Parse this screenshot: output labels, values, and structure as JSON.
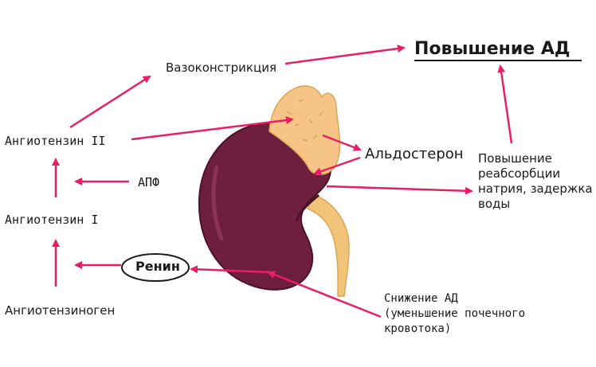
{
  "labels": {
    "title": "Повышение АД",
    "vasoconstriction": "Вазоконстрикция",
    "angiotensin2": "Ангиотензин II",
    "ace": "АПФ",
    "angiotensin1": "Ангиотензин I",
    "renin": "Ренин",
    "angiotensinogen": "Ангиотензиноген",
    "aldosterone": "Альдостерон",
    "reabsorption": [
      "Повышение",
      "реабсорбции",
      "натрия, задержка",
      "воды"
    ],
    "bp_decrease": [
      "Снижение АД",
      "(уменьшение почечного",
      "кровотока)"
    ]
  },
  "colors": {
    "arrow": "#e91e63",
    "kidney": "#6e1f3e",
    "kidney_dark": "#4a1229",
    "adrenal": "#f6c484",
    "ureter": "#f2c47a",
    "text": "#1a1a1a"
  }
}
